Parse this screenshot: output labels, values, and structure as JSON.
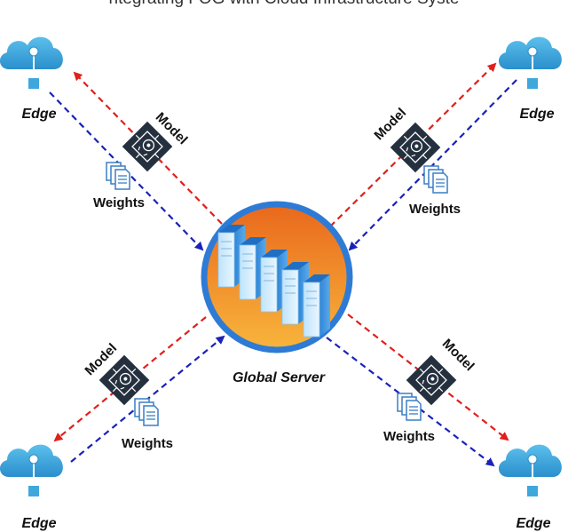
{
  "title": "ntegrating FOG with Cloud Infrastructure Syste",
  "server": {
    "label": "Global Server"
  },
  "edges": [
    {
      "label": "Edge"
    },
    {
      "label": "Edge"
    },
    {
      "label": "Edge"
    },
    {
      "label": "Edge"
    }
  ],
  "links": [
    {
      "model_label": "Model",
      "weights_label": "Weights"
    },
    {
      "model_label": "Model",
      "weights_label": "Weights"
    },
    {
      "model_label": "Model",
      "weights_label": "Weights"
    },
    {
      "model_label": "Model",
      "weights_label": "Weights"
    }
  ],
  "colors": {
    "model_arrow": "#e0201c",
    "weights_arrow": "#1a22b8",
    "cloud": "#3ea8dc",
    "server_ring": "#2e7bd6",
    "server_fill_top": "#e9681c",
    "server_fill_bottom": "#f6b23a",
    "chip_bg": "#25303f"
  },
  "icons": [
    "cloud-icon",
    "server-rack-icon",
    "ai-chip-icon",
    "documents-icon"
  ]
}
